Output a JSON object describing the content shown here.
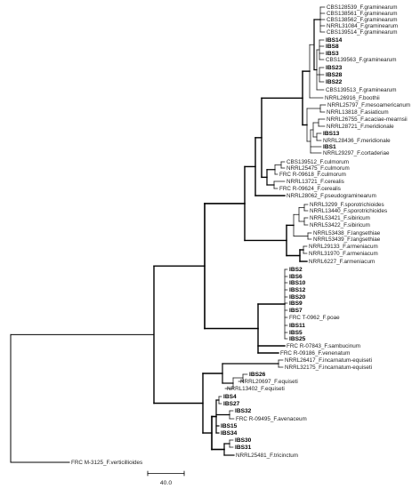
{
  "scale_bar": {
    "label": "40.0"
  },
  "taxa": [
    "CBS128539_F.graminearum",
    "CBS138561_F.graminearum",
    "CBS138562_F.graminearum",
    "NRRL31084_F.graminearum",
    "CBS139514_F.graminearum",
    "IBS14",
    "IBS8",
    "IBS3",
    "CBS139563_F.graminearum",
    "IBS23",
    "IBS28",
    "IBS22",
    "CBS139513_F.graminearum",
    "NRRL26916_F.boothii",
    "NRRL25797_F.mesoamericanum",
    "NRRL13818_F.asiaticum",
    "NRRL26755_F.acaciae-mearnsii",
    "NRRL28721_F.meridionale",
    "IBS13",
    "NRRL28436_F.meridionale",
    "IBS1",
    "NRRL29297_F.cortaderiae",
    "CBS139512_F.culmorum",
    "NRRL25475_F.culmorum",
    "FRC R-09618_F.culmorum",
    "NRRL13721_F.cerealis",
    "FRC R-09624_F.cerealis",
    "NRRL28062_F.pseudograminearum",
    "NRRL3299_F.sporotrichioides",
    "NRRL13440_F.sporotrichioides",
    "NRRL53421_F.sibiricum",
    "NRRL53422_F.sibiricum",
    "NRRL53438_F.langsethiae",
    "NRRL53439_F.langsethiae",
    "NRRL29133_F.armeniacum",
    "NRRL31970_F.armeniacum",
    "NRRL6227_F.armeniacum",
    "IBS2",
    "IBS6",
    "IBS10",
    "IBS12",
    "IBS20",
    "IBS9",
    "IBS7",
    "FRC T-0962_F.poae",
    "IBS11",
    "IBS5",
    "IBS25",
    "FRC R-07843_F.sambucinum",
    "FRC R-09186_F.venenatum",
    "NRRL26417_F.incarnatum-equiseti",
    "NRRL32175_F.incarnatum-equiseti",
    "IBS26",
    "NRRL20697_F.equiseti",
    "NRRL13402_F.equiseti",
    "IBS4",
    "IBS27",
    "IBS32",
    "FRC R-09495_F.avenaceum",
    "IBS15",
    "IBS34",
    "IBS30",
    "IBS31",
    "NRRL25481_F.tricinctum",
    "FRC M-3125_F.verticillioides"
  ]
}
